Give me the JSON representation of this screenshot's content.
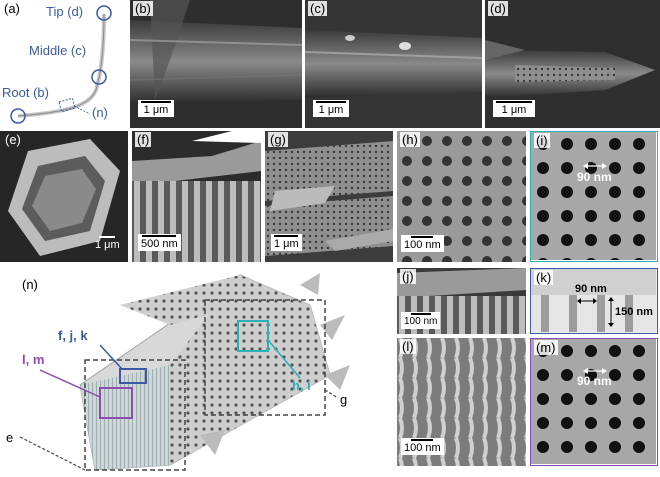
{
  "panels": {
    "a": {
      "label": "(a)",
      "tip": "Tip (d)",
      "middle": "Middle (c)",
      "root": "Root (b)",
      "n": "(n)"
    },
    "b": {
      "label": "(b)",
      "scale": "1 μm"
    },
    "c": {
      "label": "(c)",
      "scale": "1 μm"
    },
    "d": {
      "label": "(d)",
      "scale": "1 μm"
    },
    "e": {
      "label": "(e)",
      "scale": "1 μm"
    },
    "f": {
      "label": "(f)",
      "scale": "500 nm"
    },
    "g": {
      "label": "(g)",
      "scale": "1 μm"
    },
    "h": {
      "label": "(h)",
      "scale": "100 nm"
    },
    "i": {
      "label": "(i)",
      "dim": "90 nm"
    },
    "j": {
      "label": "(j)",
      "scale": "100 nm"
    },
    "k": {
      "label": "(k)",
      "dim1": "90 nm",
      "dim2": "150 nm"
    },
    "l": {
      "label": "(l)",
      "scale": "100 nm"
    },
    "m": {
      "label": "(m)",
      "dim": "90 nm"
    },
    "n": {
      "label": "(n)",
      "callout_fjk": "f, j, k",
      "callout_lm": "l,  m",
      "callout_hi": "h, i",
      "callout_g": "g",
      "callout_e": "e"
    }
  },
  "colors": {
    "blue": "#3a5aa8",
    "teal": "#2ab0b6",
    "purple": "#8a4bb3",
    "sem_dark": "#2f2f2f",
    "sem_light": "#c9c9c9"
  }
}
